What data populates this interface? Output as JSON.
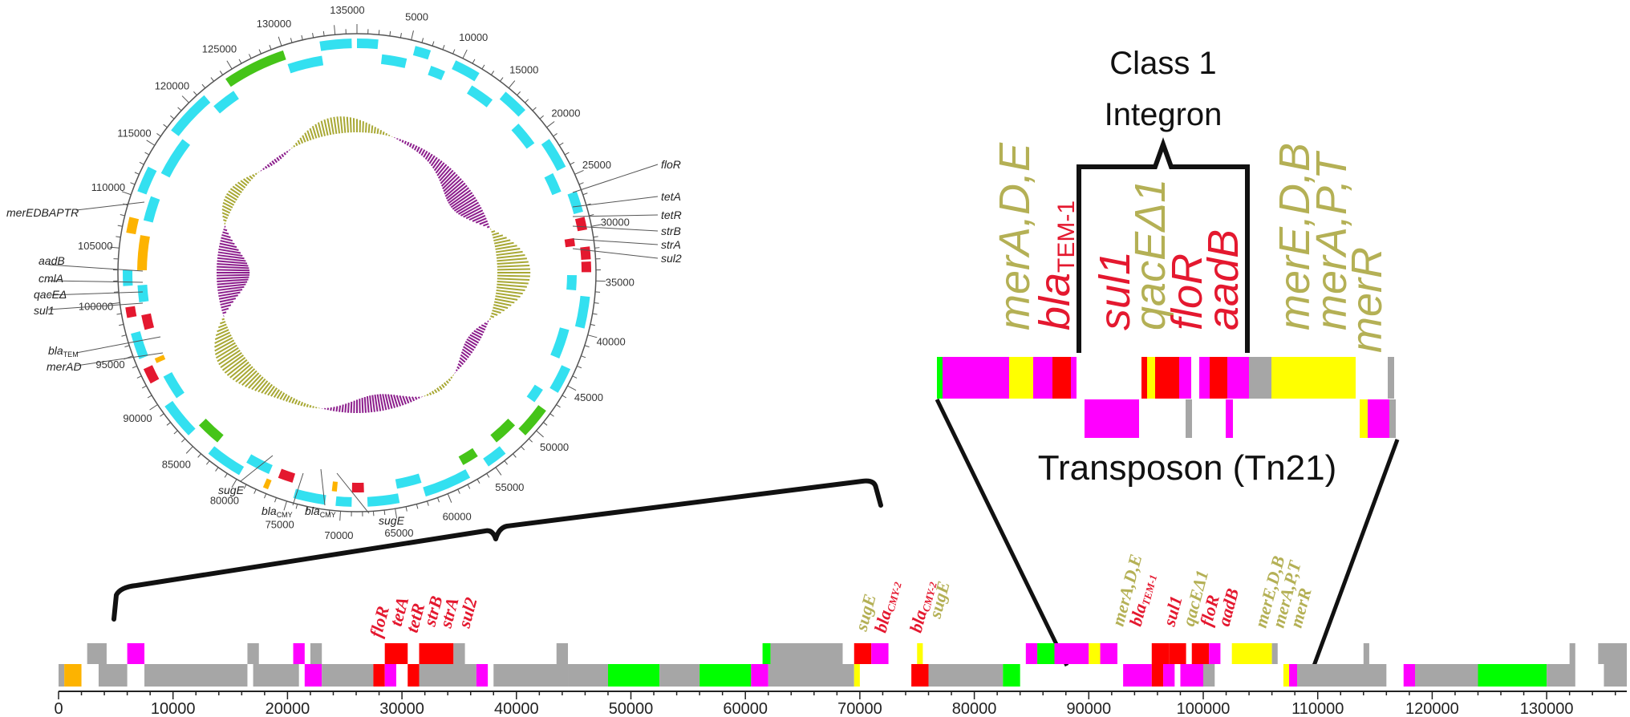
{
  "colors": {
    "cyan": "#33e0f0",
    "green": "#45c418",
    "orange": "#fdb300",
    "red": "#e4182f",
    "magenta": "#ff00ff",
    "yellow": "#ffff00",
    "gray": "#a6a6a6",
    "olive": "#b4b055",
    "gc_purple": "#8c1e8c",
    "gc_olive": "#a8a834",
    "bright_green": "#00ff00",
    "gene_red": "#ff0000"
  },
  "circle_map": {
    "ticks": [
      "135000",
      "5000",
      "10000",
      "15000",
      "20000",
      "25000",
      "30000",
      "35000",
      "40000",
      "45000",
      "50000",
      "55000",
      "60000",
      "65000",
      "70000",
      "75000",
      "80000",
      "85000",
      "90000",
      "95000",
      "100000",
      "105000",
      "110000",
      "115000",
      "120000",
      "125000",
      "130000"
    ],
    "right_labels": [
      "floR",
      "tetA",
      "tetR",
      "strB",
      "strA",
      "sul2"
    ],
    "left_labels": [
      "merEDBAPTR",
      "aadB",
      "cmlA",
      "qacEΔ",
      "sul1"
    ],
    "bla_tem_base": "bla",
    "bla_tem_sub": "TEM",
    "merAD": "merAD",
    "bottom_labels": {
      "sugE_left": "sugE",
      "bla1_base": "bla",
      "bla1_sub": "CMY",
      "bla2_base": "bla",
      "bla2_sub": "CMY",
      "sugE_right": "sugE"
    }
  },
  "inset": {
    "integron_title_line1": "Class 1",
    "integron_title_line2": "Integron",
    "transposon_label": "Transposon (Tn21)",
    "gene_merA": "merA,D,E",
    "gene_bla_base": "bla",
    "gene_bla_sub": "TEM-1",
    "gene_sul1": "sul1",
    "gene_qac": "qacEΔ1",
    "gene_floR": "floR",
    "gene_aadB": "aadB",
    "gene_merE": "merE,D,B",
    "gene_merAPT": "merA,P,T",
    "gene_merR": "merR"
  },
  "linear_map": {
    "axis_ticks": [
      "0",
      "10000",
      "20000",
      "30000",
      "40000",
      "50000",
      "60000",
      "70000",
      "80000",
      "90000",
      "100000",
      "110000",
      "120000",
      "130000"
    ],
    "labels_red": [
      "floR",
      "tetA",
      "tetR",
      "strB",
      "strA",
      "sul2"
    ],
    "sugE1": "sugE",
    "bla_cmy2_a_base": "bla",
    "bla_cmy2_a_sub": "CMY-2",
    "bla_cmy2_b_base": "bla",
    "bla_cmy2_b_sub": "CMY-2",
    "sugE2": "sugE",
    "merADE": "merA,D,E",
    "blaTEM_base": "bla",
    "blaTEM_sub": "TEM-1",
    "sul1": "sul1",
    "qacE": "qacEΔ1",
    "floR": "floR",
    "aadB": "aadB",
    "merEDB": "merE,D,B",
    "merAPT": "merA,P,T",
    "merR": "merR"
  }
}
